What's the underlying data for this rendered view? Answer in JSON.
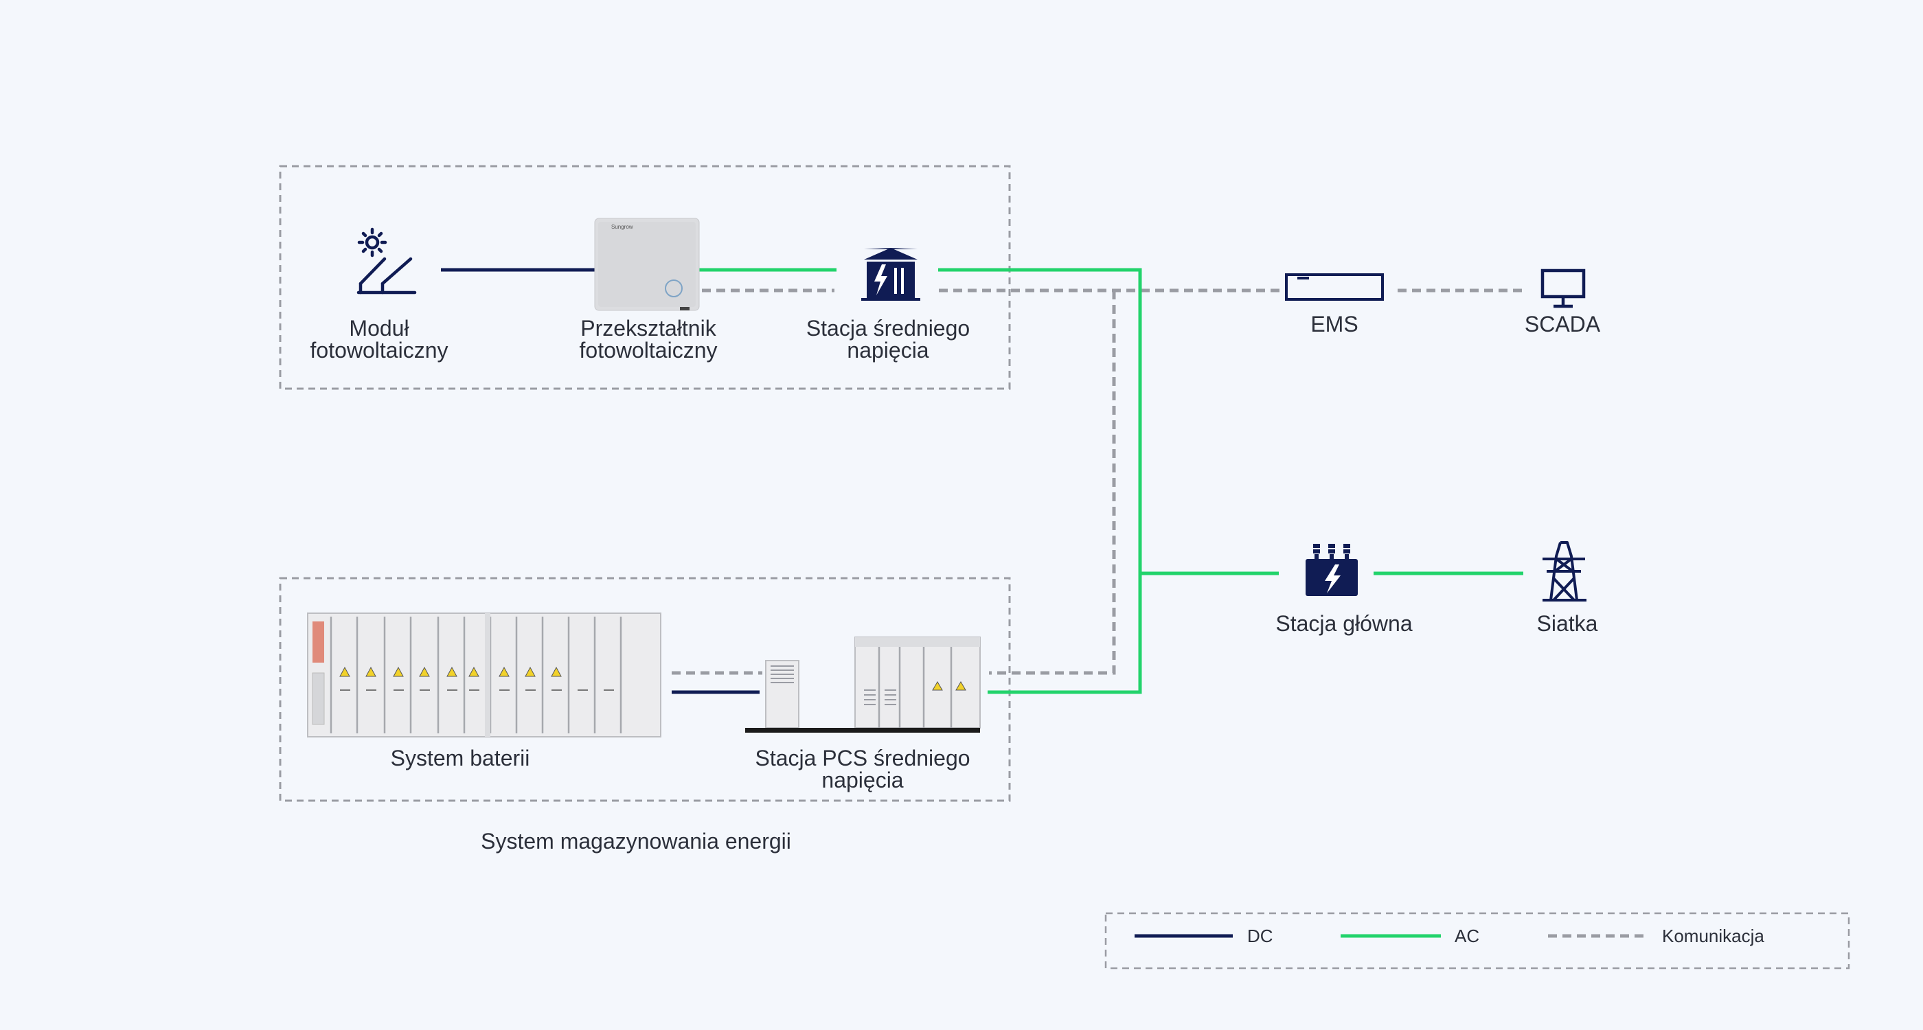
{
  "nodes": {
    "pv_module": {
      "label_line1": "Moduł",
      "label_line2": "fotowoltaiczny",
      "icon": "solar-panel-icon"
    },
    "pv_inverter": {
      "label_line1": "Przekształtnik",
      "label_line2": "fotowoltaiczny",
      "icon": "inverter-icon"
    },
    "mv_station": {
      "label_line1": "Stacja średniego",
      "label_line2": "napięcia",
      "icon": "substation-icon"
    },
    "ems": {
      "label": "EMS",
      "icon": "ems-unit-icon"
    },
    "scada": {
      "label": "SCADA",
      "icon": "monitor-icon"
    },
    "battery_system": {
      "label": "System baterii",
      "icon": "battery-container-icon"
    },
    "pcs_station": {
      "label_line1": "Stacja PCS średniego",
      "label_line2": "napięcia",
      "icon": "pcs-station-icon"
    },
    "main_station": {
      "label": "Stacja główna",
      "icon": "transformer-icon"
    },
    "grid": {
      "label": "Siatka",
      "icon": "power-tower-icon"
    }
  },
  "groups": {
    "energy_storage_caption": "System magazynowania energii"
  },
  "legend": {
    "dc": {
      "label": "DC",
      "color": "#101c54"
    },
    "ac": {
      "label": "AC",
      "color": "#22d36b"
    },
    "comm": {
      "label": "Komunikacja",
      "color": "#9a9ca3"
    }
  },
  "colors": {
    "icon": "#101c54",
    "box_border": "#9a9ca3"
  }
}
